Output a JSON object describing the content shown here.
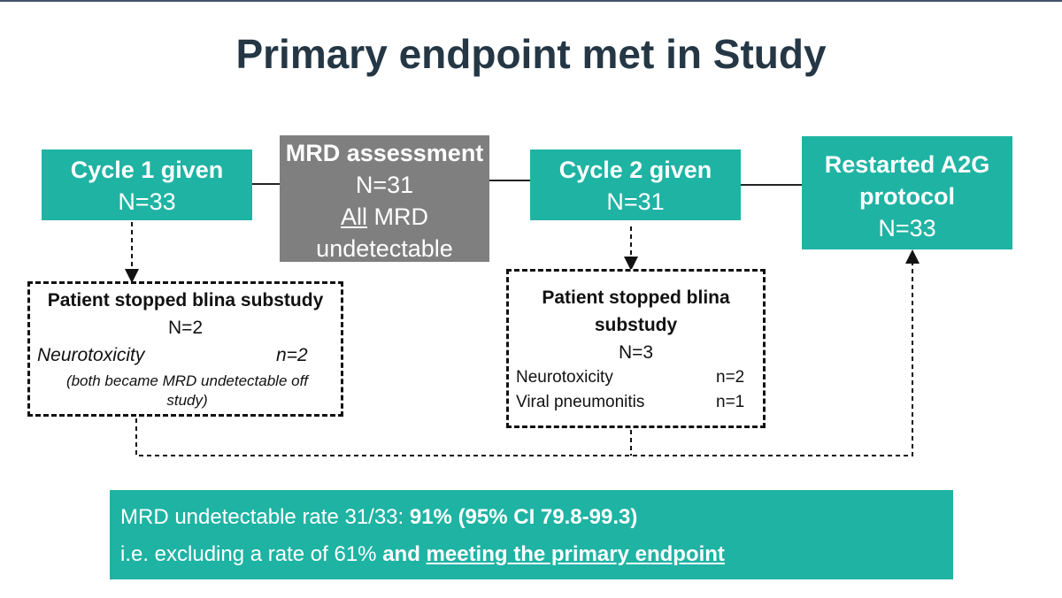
{
  "title": "Primary endpoint met in Study",
  "colors": {
    "teal": "#1fb3a3",
    "grey": "#7f7f7f",
    "title": "#253745"
  },
  "cycle1": {
    "label": "Cycle 1 given",
    "n": "N=33"
  },
  "mrd": {
    "label": "MRD assessment",
    "n": "N=31",
    "note_underlined": "All",
    "note_rest": " MRD",
    "note_line2": "undetectable"
  },
  "cycle2": {
    "label": "Cycle 2 given",
    "n": "N=31"
  },
  "restart": {
    "label_line1": "Restarted A2G",
    "label_line2": "protocol",
    "n": "N=33"
  },
  "stop1": {
    "title": "Patient stopped blina substudy",
    "n": "N=2",
    "reason": "Neurotoxicity",
    "reason_n": "n=2",
    "note_line1": "(both became MRD undetectable off",
    "note_line2": "study)"
  },
  "stop2": {
    "title_line1": "Patient stopped blina",
    "title_line2": "substudy",
    "n": "N=3",
    "reasons": [
      {
        "label": "Neurotoxicity",
        "n": "n=2"
      },
      {
        "label": "Viral pneumonitis",
        "n": "n=1"
      }
    ]
  },
  "result": {
    "line1_prefix": "MRD undetectable rate 31/33: ",
    "line1_bold": "91% (95% CI 79.8-99.3)",
    "line2_prefix": "i.e. excluding a rate of 61% ",
    "line2_bold": "and ",
    "line2_bold_underlined": "meeting the primary endpoint"
  }
}
